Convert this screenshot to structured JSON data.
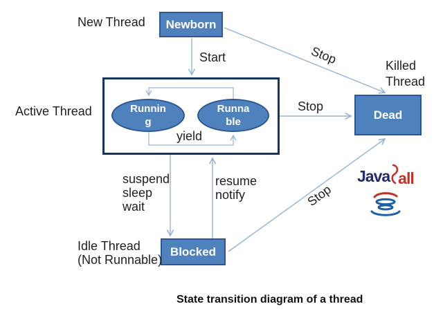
{
  "diagram": {
    "caption": "State transition diagram of a thread",
    "nodes": {
      "newborn": "Newborn",
      "dead": "Dead",
      "blocked": "Blocked",
      "running_line1": "Runnin",
      "running_line2": "g",
      "runnable_line1": "Runna",
      "runnable_line2": "ble"
    },
    "labels": {
      "new_thread": "New Thread",
      "active_thread": "Active Thread",
      "killed_line1": "Killed",
      "killed_line2": "Thread",
      "idle_line1": "Idle Thread",
      "idle_line2": "(Not Runnable)",
      "start": "Start",
      "stop_newborn_dead": "Stop",
      "stop_active_dead": "Stop",
      "stop_blocked_dead": "Stop",
      "yield": "yield",
      "suspend": "suspend",
      "sleep": "sleep",
      "wait": "wait",
      "resume": "resume",
      "notify": "notify"
    },
    "colors": {
      "node_fill": "#4f81bd",
      "node_border": "#2b5796",
      "active_box_border": "#17365d",
      "arrow": "#95b3d7",
      "text": "#1f1f1f",
      "logo_navy": "#232a6e",
      "logo_red": "#c33126",
      "logo_blue": "#1d5fa7"
    },
    "logo": {
      "java": "Java",
      "all": "all"
    }
  }
}
